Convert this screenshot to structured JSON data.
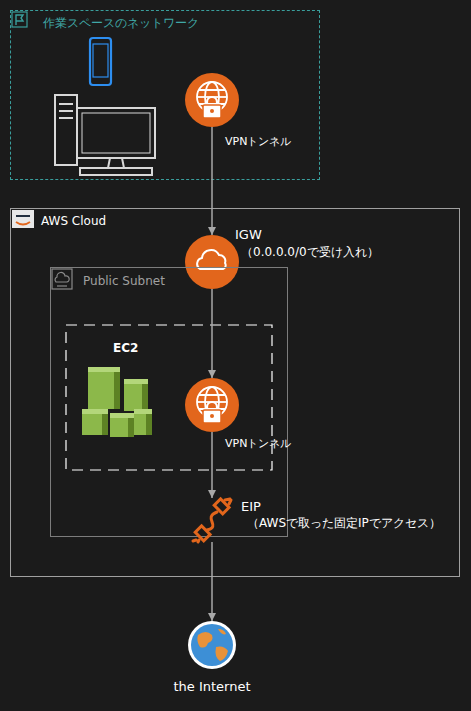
{
  "diagram": {
    "nodes": [
      {
        "text": [
          "作業スペースのネットワーク"
        ]
      },
      {
        "text": [
          "VPNトンネル"
        ],
        "in": 0
      },
      {
        "text": [
          "AWS Cloud"
        ]
      },
      {
        "text": [
          "IGW",
          "（0.0.0.0/0で受け入れ）"
        ],
        "in": 2
      },
      {
        "text": [
          "Public Subnet"
        ],
        "in": 2
      },
      {
        "text": [
          "EC2"
        ],
        "in": 4
      },
      {
        "text": [
          "VPNトンネル"
        ],
        "in": 4
      },
      {
        "text": [
          "EIP",
          "（AWSで取った固定IPでアクセス）"
        ],
        "in": 4
      },
      {
        "text": [
          "the Internet"
        ]
      }
    ],
    "edges": [
      {
        "from": 1,
        "to": 3,
        "arrow": "to"
      },
      {
        "from": 3,
        "to": 6,
        "arrow": "to"
      },
      {
        "from": 6,
        "to": 7,
        "arrow": "to"
      },
      {
        "from": 7,
        "to": 8,
        "arrow": "to"
      }
    ]
  }
}
